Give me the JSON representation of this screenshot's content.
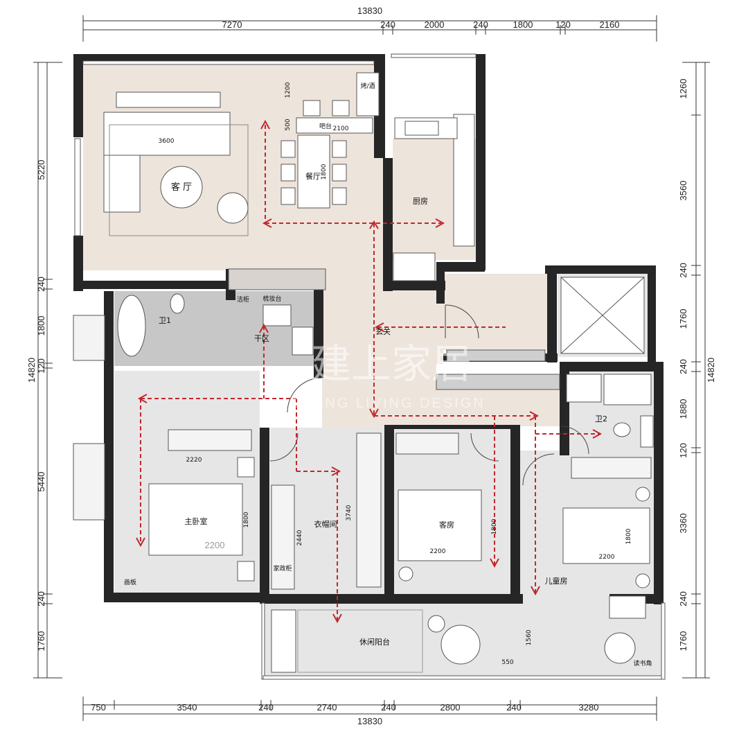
{
  "dimensions": {
    "top_total": "13830",
    "top_segments": [
      "7270",
      "240",
      "2000",
      "240",
      "1800",
      "120",
      "2160"
    ],
    "bottom_total": "13830",
    "bottom_segments": [
      "750",
      "3540",
      "240",
      "2740",
      "240",
      "2800",
      "240",
      "3280"
    ],
    "left_total": "14820",
    "left_segments": [
      "5220",
      "240",
      "1800",
      "120",
      "5440",
      "240",
      "1760"
    ],
    "right_total": "14820",
    "right_segments": [
      "1260",
      "3560",
      "240",
      "1760",
      "240",
      "1880",
      "120",
      "3360",
      "240",
      "1760"
    ]
  },
  "rooms": {
    "living": "客 厅",
    "dining": "餐厅",
    "bar": "吧台",
    "bar_length": "2100",
    "kitchen": "厨房",
    "wine": "烤/酒",
    "foyer": "玄关",
    "bath1": "卫1",
    "bath2": "卫2",
    "dry_zone": "干区",
    "clean_cab": "洁柜",
    "shelf": "梳妆台",
    "master": "主卧室",
    "cloakroom": "衣帽间",
    "guest": "客房",
    "kids": "儿童房",
    "balcony": "休闲阳台",
    "reading": "读书角",
    "drawing": "画板",
    "appliance_cab": "家政柜"
  },
  "fixtures": {
    "sofa_len": "3600",
    "dining_table": "1800",
    "dining_h": "1200",
    "dining_w": "500",
    "master_bed_w": "2220",
    "master_bed_len": "1800",
    "master_room_w": "2200",
    "cloak_len": "2440",
    "cloak_wall": "3740",
    "guest_bed_w": "2200",
    "guest_bed_len": "1800",
    "kids_bed_w": "2200",
    "kids_bed_len": "1800",
    "desk_w": "1560",
    "desk_d": "550"
  },
  "watermark": {
    "main": "建上家居",
    "sub": "SHANG LIVING DESIGN"
  },
  "colors": {
    "wall": "#262626",
    "living_fill": "#ede4dc",
    "bath_fill": "#c7c7c7",
    "room_fill": "#e6e6e6",
    "route": "#c0282d",
    "dim_line": "#333333"
  }
}
